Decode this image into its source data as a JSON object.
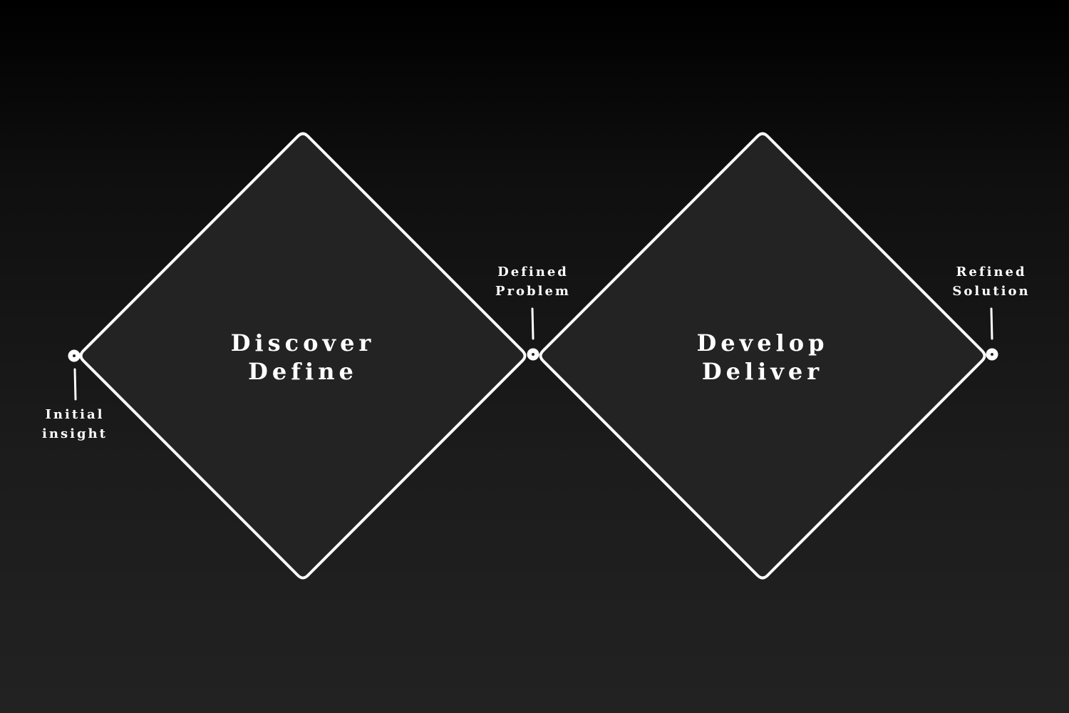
{
  "colors": {
    "stroke": "#ffffff",
    "diamond_fill": "#232323",
    "text": "#ffffff"
  },
  "diagram": {
    "diamonds": [
      {
        "line1": "Discover",
        "line2": "Define"
      },
      {
        "line1": "Develop",
        "line2": "Deliver"
      }
    ],
    "nodes": [
      {
        "line1": "Initial",
        "line2": "insight"
      },
      {
        "line1": "Defined",
        "line2": "Problem"
      },
      {
        "line1": "Refined",
        "line2": "Solution"
      }
    ]
  }
}
